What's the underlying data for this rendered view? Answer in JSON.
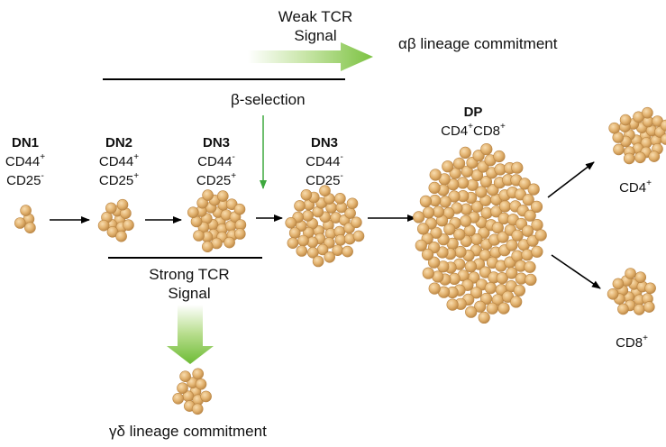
{
  "weak_signal": {
    "line1": "Weak TCR",
    "line2": "Signal"
  },
  "ab_commitment": "αβ lineage commitment",
  "beta_selection": "β-selection",
  "strong_signal": {
    "line1": "Strong TCR",
    "line2": "Signal"
  },
  "gd_commitment": "γδ lineage commitment",
  "stages": [
    {
      "name": "DN1",
      "m1": "CD44",
      "s1": "+",
      "m2": "CD25",
      "s2": "-"
    },
    {
      "name": "DN2",
      "m1": "CD44",
      "s1": "+",
      "m2": "CD25",
      "s2": "+"
    },
    {
      "name": "DN3",
      "m1": "CD44",
      "s1": "-",
      "m2": "CD25",
      "s2": "+"
    },
    {
      "name": "DN3",
      "m1": "CD44",
      "s1": "-",
      "m2": "CD25",
      "s2": "-"
    }
  ],
  "dp": {
    "name": "DP",
    "m1": "CD4",
    "s1": "+",
    "m2": "CD8",
    "s2": "+"
  },
  "cd4_out": {
    "marker": "CD4",
    "sup": "+"
  },
  "cd8_out": {
    "marker": "CD8",
    "sup": "+"
  },
  "colors": {
    "cell_fill": "#e2b26f",
    "cell_stroke": "#b98442",
    "green_arrow": "#7cc242",
    "beta_arrow": "#3da83d",
    "line": "#000000"
  }
}
